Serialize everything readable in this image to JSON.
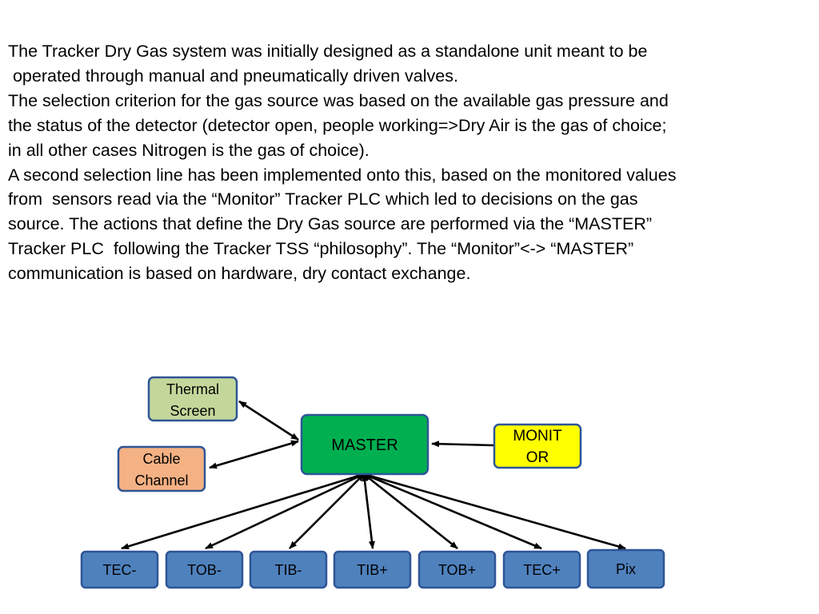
{
  "paragraphs": [
    "The Tracker Dry Gas system was initially designed as a standalone unit meant to be",
    " operated through manual and pneumatically driven valves.",
    "The selection criterion for the gas source was based on the available gas pressure and",
    "the status of the detector (detector open, people working=>Dry Air is the gas of choice;",
    "in all other cases Nitrogen is the gas of choice).",
    "A second selection line has been implemented onto this, based on the monitored values",
    "from  sensors read via the “Monitor” Tracker PLC which led to decisions on the gas",
    "source. The actions that define the Dry Gas source are performed via the “MASTER”",
    "Tracker PLC  following the Tracker TSS “philosophy”. The “Monitor”<-> “MASTER”",
    "communication is based on hardware, dry contact exchange."
  ],
  "diagram": {
    "master": {
      "label": "MASTER",
      "fill": "#00b050",
      "text_color": "#ffffff"
    },
    "monitor": {
      "lines": [
        "MONIT",
        "OR"
      ],
      "fill": "#ffff00"
    },
    "thermal_screen": {
      "lines": [
        "Thermal",
        "Screen"
      ],
      "fill": "#c4d79b"
    },
    "cable_channel": {
      "lines": [
        "Cable",
        "Channel"
      ],
      "fill": "#f4b183"
    },
    "detectors": [
      {
        "label": "TEC-"
      },
      {
        "label": "TOB-"
      },
      {
        "label": "TIB-"
      },
      {
        "label": "TIB+"
      },
      {
        "label": "TOB+"
      },
      {
        "label": "TEC+"
      },
      {
        "label": "Pix"
      }
    ],
    "detector_fill": "#4f81bd",
    "detector_text_color": "#ffffff",
    "border_color": "#2f5597",
    "arrow_color": "#000000"
  }
}
